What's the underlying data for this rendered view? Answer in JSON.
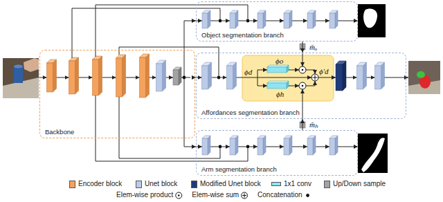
{
  "diagram": {
    "nodes": [
      {
        "text": [
          "Backbone"
        ]
      },
      {
        "text": [
          "Object segmentation branch"
        ]
      },
      {
        "text": [
          "Affordances segmentation branch"
        ]
      },
      {
        "text": [
          "Arm segmentation branch"
        ]
      }
    ],
    "edges": [
      {
        "from": 0,
        "to": 1,
        "arrow": "to"
      },
      {
        "from": 0,
        "to": 2,
        "arrow": "to"
      },
      {
        "from": 0,
        "to": 3,
        "arrow": "to"
      },
      {
        "from": 1,
        "to": 2,
        "arrow": "to",
        "label": "m̄ₒ"
      },
      {
        "from": 3,
        "to": 2,
        "arrow": "to",
        "label": "m̄ₕ"
      }
    ],
    "labels": [
      "ϕd",
      "ϕo",
      "ϕh",
      "ϕ′d"
    ],
    "legend": [
      {
        "text": "Encoder block",
        "color": "#f5a25d"
      },
      {
        "text": "Unet block",
        "color": "#bccbe8"
      },
      {
        "text": "Modified Unet block",
        "color": "#1f3b7a"
      },
      {
        "text": "1x1 conv",
        "color": "#8fe3f2"
      },
      {
        "text": "Up/Down sample",
        "color": "#a3a3a3"
      },
      {
        "text": "Elem-wise product"
      },
      {
        "text": "Elem-wise sum"
      },
      {
        "text": "Concatenation"
      }
    ]
  }
}
